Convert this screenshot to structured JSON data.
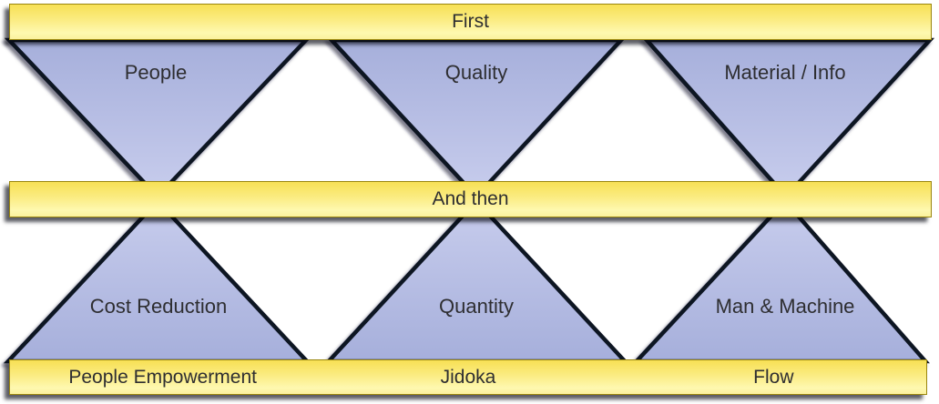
{
  "bars": {
    "top": {
      "label": "First"
    },
    "middle": {
      "label": "And then"
    },
    "bottom": {
      "labels": [
        "People Empowerment",
        "Jidoka",
        "Flow"
      ]
    }
  },
  "triangles": {
    "top": [
      {
        "label": "People"
      },
      {
        "label": "Quality"
      },
      {
        "label": "Material / Info"
      }
    ],
    "bottom": [
      {
        "label": "Cost Reduction"
      },
      {
        "label": "Quantity"
      },
      {
        "label": "Man & Machine"
      }
    ]
  },
  "colors": {
    "bar_yellow_top": "#F7E055",
    "bar_yellow_bottom": "#FEF8B0",
    "bar_border": "#9A860F",
    "triangle_blue_dark": "#A6AFDB",
    "triangle_blue_light": "#C8CDED",
    "triangle_outline": "#0E1224",
    "text": "#2E2E31"
  }
}
